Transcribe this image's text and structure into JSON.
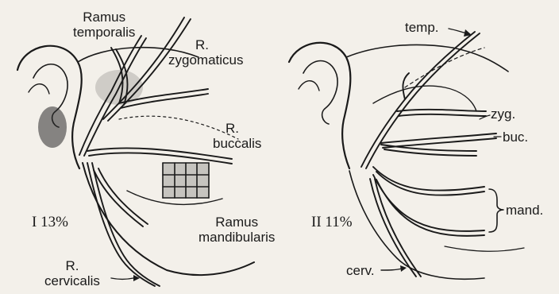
{
  "figure_I": {
    "ramus_temporalis": [
      "Ramus",
      "temporalis"
    ],
    "r_zygomaticus": [
      "R.",
      "zygomaticus"
    ],
    "r_buccalis": [
      "R.",
      "buccalis"
    ],
    "ramus_mandibularis": [
      "Ramus",
      "mandibularis"
    ],
    "r_cervicalis": [
      "R.",
      "cervicalis"
    ],
    "case_caption": "I 13%"
  },
  "figure_II": {
    "temp": "temp.",
    "zyg": "zyg.",
    "buc": "buc.",
    "mand": "mand.",
    "cerv": "cerv.",
    "case_caption": "II 11%"
  },
  "colors": {
    "ink": "#1a1a1a",
    "paper": "#f3f0ea"
  }
}
